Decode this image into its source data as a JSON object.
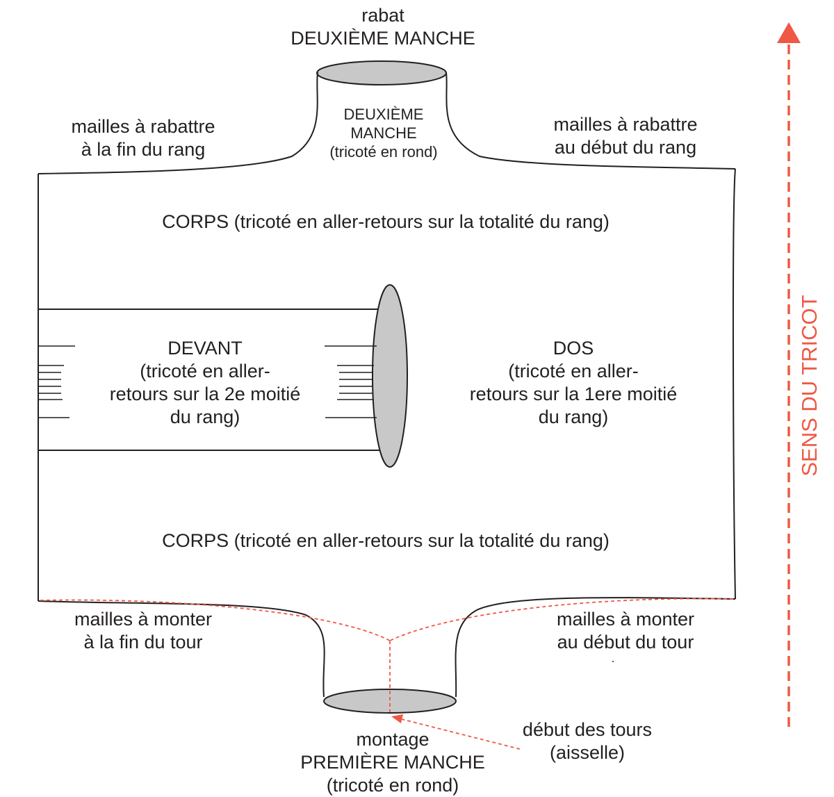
{
  "labels": {
    "top_title_1": "rabat",
    "top_title_2": "DEUXIÈME MANCHE",
    "second_sleeve_1": "DEUXIÈME",
    "second_sleeve_2": "MANCHE",
    "second_sleeve_3": "(tricoté en rond)",
    "bind_off_end_1": "mailles à rabattre",
    "bind_off_end_2": "à la fin du rang",
    "bind_off_start_1": "mailles à rabattre",
    "bind_off_start_2": "au début du rang",
    "body_top": "CORPS (tricoté en aller-retours sur la totalité du rang)",
    "devant_1": "DEVANT",
    "devant_2": "(tricoté en aller-",
    "devant_3": "retours sur la 2e moitié",
    "devant_4": "du rang)",
    "dos_1": "DOS",
    "dos_2": "(tricoté en aller-",
    "dos_3": "retours sur la 1ere moitié",
    "dos_4": "du rang)",
    "body_bottom": "CORPS (tricoté en aller-retours sur la totalité du rang)",
    "cast_on_end_1": "mailles à monter",
    "cast_on_end_2": "à la fin du tour",
    "cast_on_start_1": "mailles à monter",
    "cast_on_start_2": "au début du tour",
    "round_start_1": "début des tours",
    "round_start_2": "(aisselle)",
    "bottom_1": "montage",
    "bottom_2": "PREMIÈRE MANCHE",
    "bottom_3": "(tricoté en rond)",
    "direction": "SENS DU TRICOT"
  },
  "colors": {
    "outline": "#231f20",
    "accent": "#ef5845",
    "fill": "#c8c8c9"
  }
}
